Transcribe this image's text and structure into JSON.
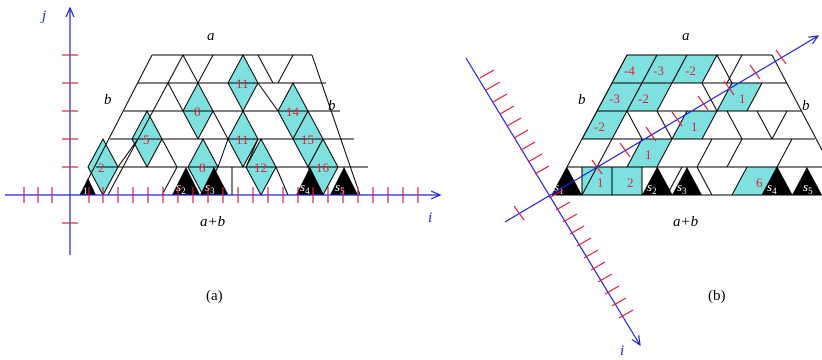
{
  "colors": {
    "tile": "#7fe0e0",
    "axis": "#2020e8",
    "tick": "#e0203a",
    "number": "#e0203a",
    "line": "#000000",
    "triangle": "#000000"
  },
  "panel_a": {
    "caption": "(a)",
    "top_label": "a",
    "left_label": "b",
    "right_label": "b",
    "bottom_label": "a+b",
    "axis_i": "i",
    "axis_j": "j",
    "numbers": [
      "2",
      "5",
      "8",
      "8",
      "11",
      "11",
      "12",
      "14",
      "15",
      "16"
    ],
    "s_labels": [
      {
        "letter": "s",
        "sub": "1"
      },
      {
        "letter": "s",
        "sub": "2"
      },
      {
        "letter": "s",
        "sub": "3"
      },
      {
        "letter": "s",
        "sub": "4"
      },
      {
        "letter": "s",
        "sub": "5"
      }
    ]
  },
  "panel_b": {
    "caption": "(b)",
    "top_label": "a",
    "left_label": "b",
    "right_label": "b",
    "bottom_label": "a+b",
    "axis_i": "i",
    "numbers": [
      "-4",
      "-3",
      "-2",
      "-3",
      "-2",
      "-2",
      "1",
      "1",
      "1",
      "1",
      "2",
      "6"
    ],
    "s_labels": [
      {
        "letter": "s",
        "sub": "1"
      },
      {
        "letter": "s",
        "sub": "2"
      },
      {
        "letter": "s",
        "sub": "3"
      },
      {
        "letter": "s",
        "sub": "4"
      },
      {
        "letter": "s",
        "sub": "5"
      }
    ]
  }
}
